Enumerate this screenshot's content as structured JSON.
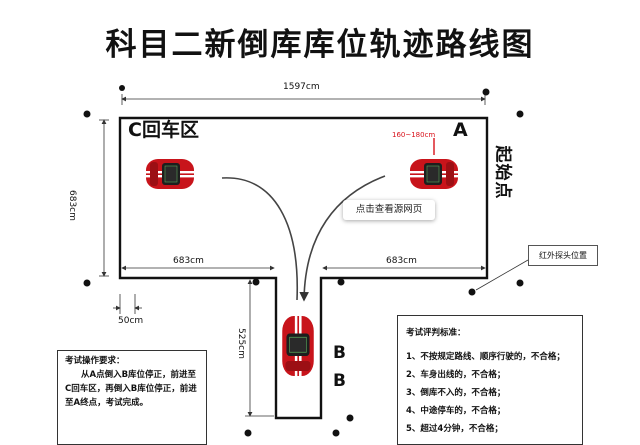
{
  "title": "科目二新倒库库位轨迹路线图",
  "zones": {
    "c_area": "C回车区",
    "a_point": "A",
    "b_point_1": "B",
    "b_point_2": "B",
    "start_point": "起始点"
  },
  "dimensions": {
    "total_width": "1597cm",
    "height": "683cm",
    "left_width": "683cm",
    "right_width": "683cm",
    "line_offset": "50cm",
    "garage_depth": "525cm",
    "range": "160~180cm"
  },
  "popup_link": "点击查看源网页",
  "probe_label": "红外探头位置",
  "operation_requirements": {
    "title": "考试操作要求：",
    "body": "从A点倒入B库位停正，前进至C回车区，再倒入B库位停正，前进至A终点，考试完成。"
  },
  "evaluation_criteria": {
    "title": "考试评判标准：",
    "items": [
      "1、不按规定路线、顺序行驶的，不合格；",
      "2、车身出线的，不合格；",
      "3、倒库不入的，不合格；",
      "4、中途停车的，不合格；",
      "5、超过4分钟，不合格；"
    ]
  },
  "colors": {
    "car_body": "#c8141b",
    "car_stripe": "#ffffff",
    "track_line": "#444444",
    "boundary": "#111111",
    "range_marker": "#d8121b"
  }
}
